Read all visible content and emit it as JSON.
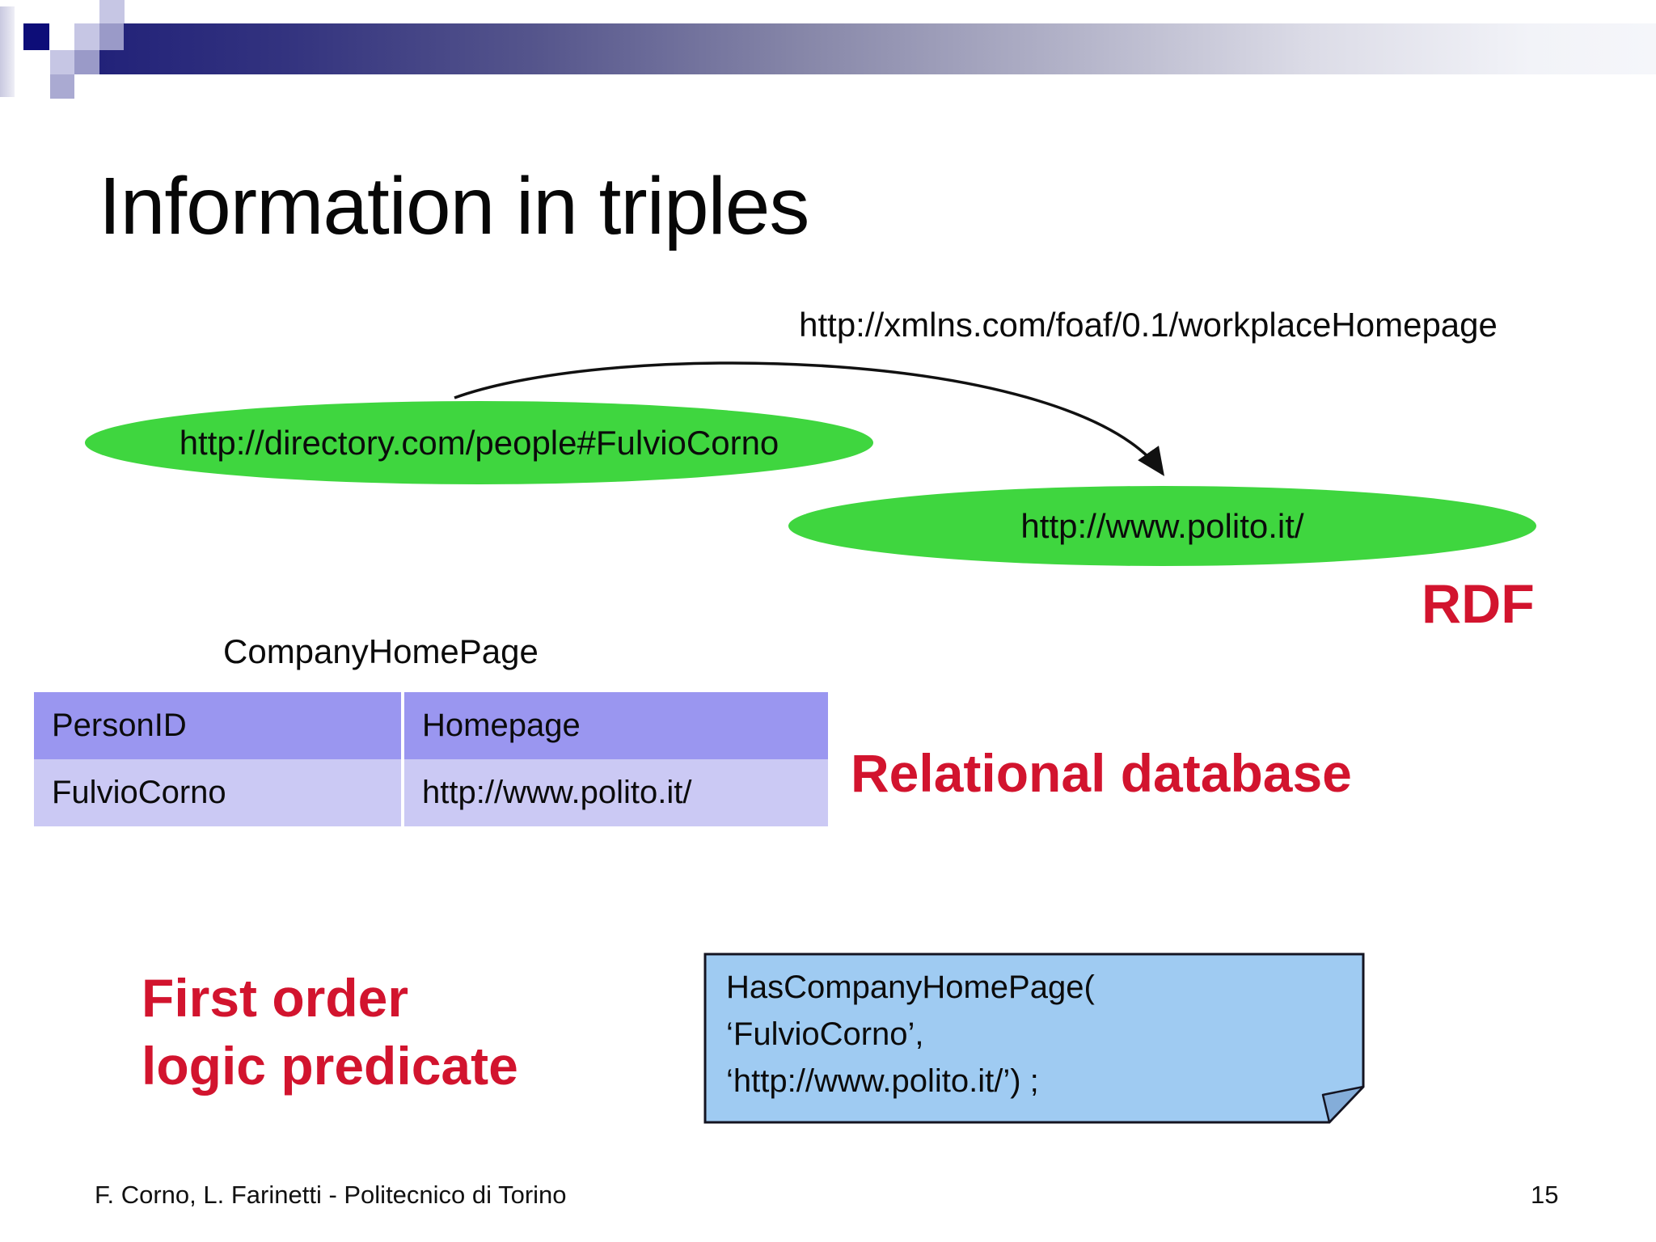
{
  "slide": {
    "title": "Information in triples",
    "rdf_graph": {
      "predicate_label": "http://xmlns.com/foaf/0.1/workplaceHomepage",
      "subject_node": "http://directory.com/people#FulvioCorno",
      "object_node": "http://www.polito.it/",
      "caption": "RDF"
    },
    "relational": {
      "table_name": "CompanyHomePage",
      "columns": [
        "PersonID",
        "Homepage"
      ],
      "rows": [
        [
          "FulvioCorno",
          "http://www.polito.it/"
        ]
      ],
      "caption": "Relational database"
    },
    "first_order_logic": {
      "caption_line1": "First order",
      "caption_line2": "logic predicate",
      "code_line1": "HasCompanyHomePage(",
      "code_line2": "‘FulvioCorno’,",
      "code_line3": "‘http://www.polito.it/’) ;"
    },
    "footer": {
      "authors": "F. Corno, L. Farinetti - Politecnico di Torino",
      "page_number": "15"
    },
    "colors": {
      "node_green": "#3fd63f",
      "accent_red": "#d2142e",
      "table_header_purple": "#9a96f0",
      "table_row_lavender": "#cbc9f4",
      "code_box_blue": "#9fcbf2",
      "banner_navy": "#222279"
    }
  }
}
